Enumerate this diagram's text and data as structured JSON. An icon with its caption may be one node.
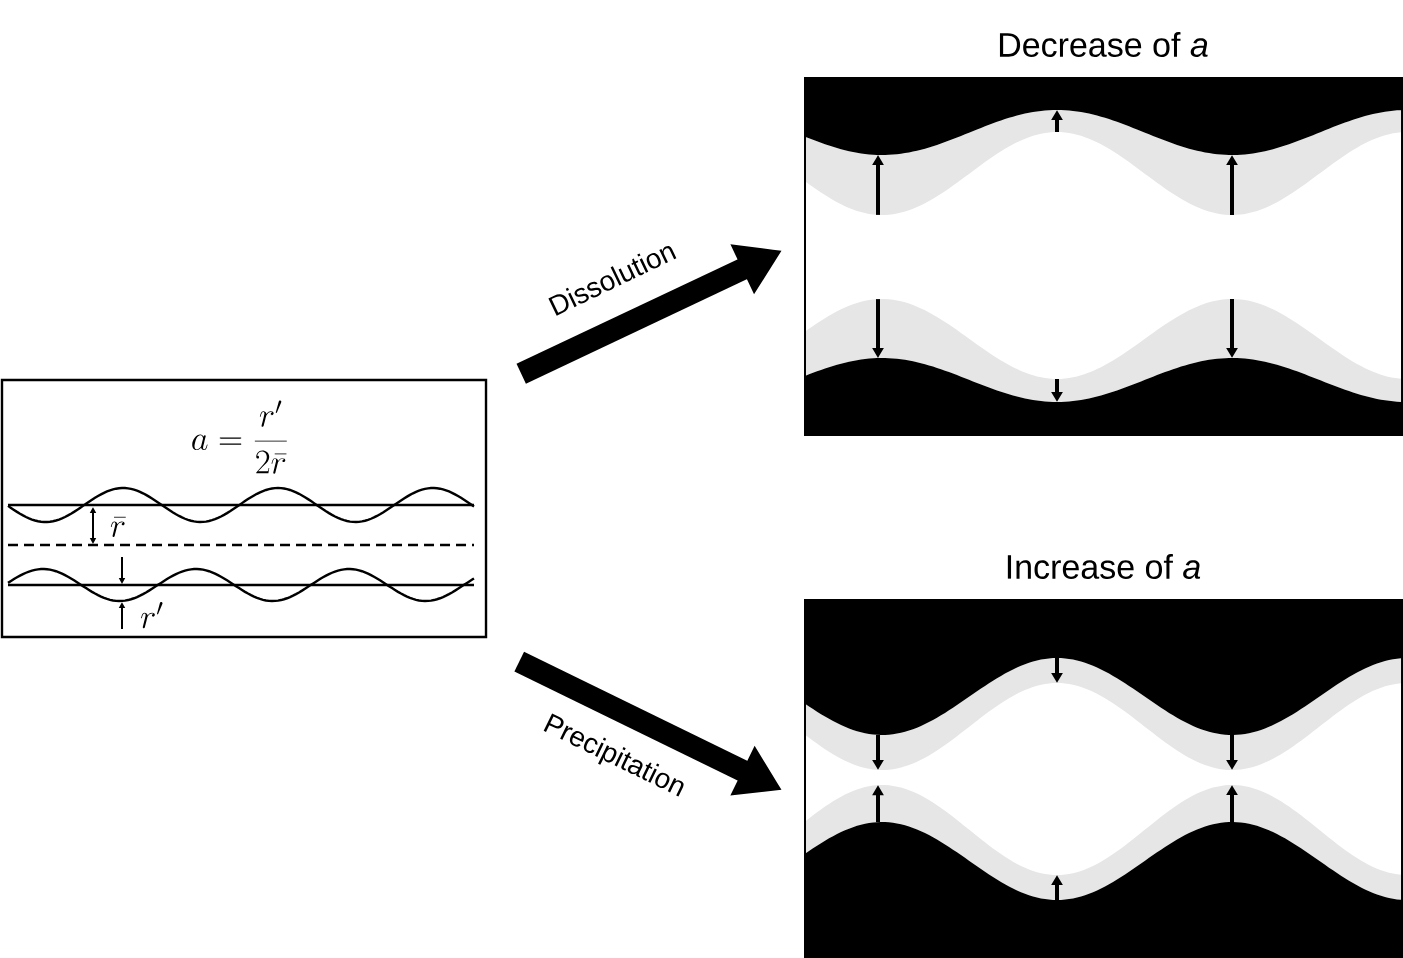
{
  "diagram": {
    "nodes": [
      {
        "text": [
          "a = \\frac{r'}{2\\bar{r}}",
          "\\bar{r}",
          "r'"
        ]
      },
      {
        "text": [
          "Decrease of *a*"
        ]
      },
      {
        "text": [
          "Increase of *a*"
        ]
      }
    ],
    "edges": [
      {
        "from": 0,
        "to": 1,
        "arrow": "to",
        "label": "Dissolution"
      },
      {
        "from": 0,
        "to": 2,
        "arrow": "to",
        "label": "Precipitation"
      }
    ]
  }
}
